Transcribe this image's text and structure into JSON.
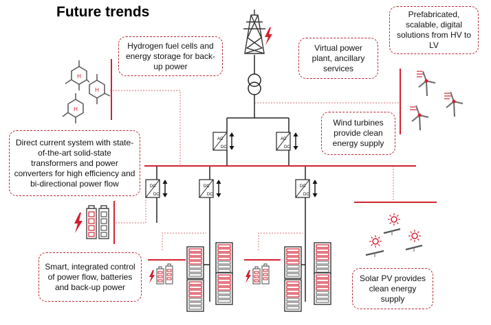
{
  "title": "Future trends",
  "callouts": {
    "hydrogen": "Hydrogen fuel cells and energy storage for back-up power",
    "virtual_power_plant": "Virtual power plant, ancillary services",
    "prefabricated": "Prefabricated, scalable, digital solutions from HV to LV",
    "direct_current": "Direct current system with state-of-the-art solid-state transformers and power converters for high efficiency and bi-directional power flow",
    "wind": "Wind turbines provide clean energy supply",
    "smart_control": "Smart, integrated control of power flow, batteries and back-up power",
    "solar": "Solar PV provides clean energy supply"
  },
  "converters": {
    "ac": "AC",
    "dc": "DC",
    "h2": "H"
  },
  "colors": {
    "accent": "#d2202f",
    "line": "#222222",
    "callout_border": "#b8222f",
    "light": "#f3c0c3"
  },
  "icons": [
    "transmission-tower-icon",
    "transformer-icon",
    "hydrogen-molecule-icon",
    "wind-turbine-icon",
    "battery-icon",
    "lightning-icon",
    "solar-panel-icon",
    "server-rack-icon",
    "converter-icon"
  ]
}
